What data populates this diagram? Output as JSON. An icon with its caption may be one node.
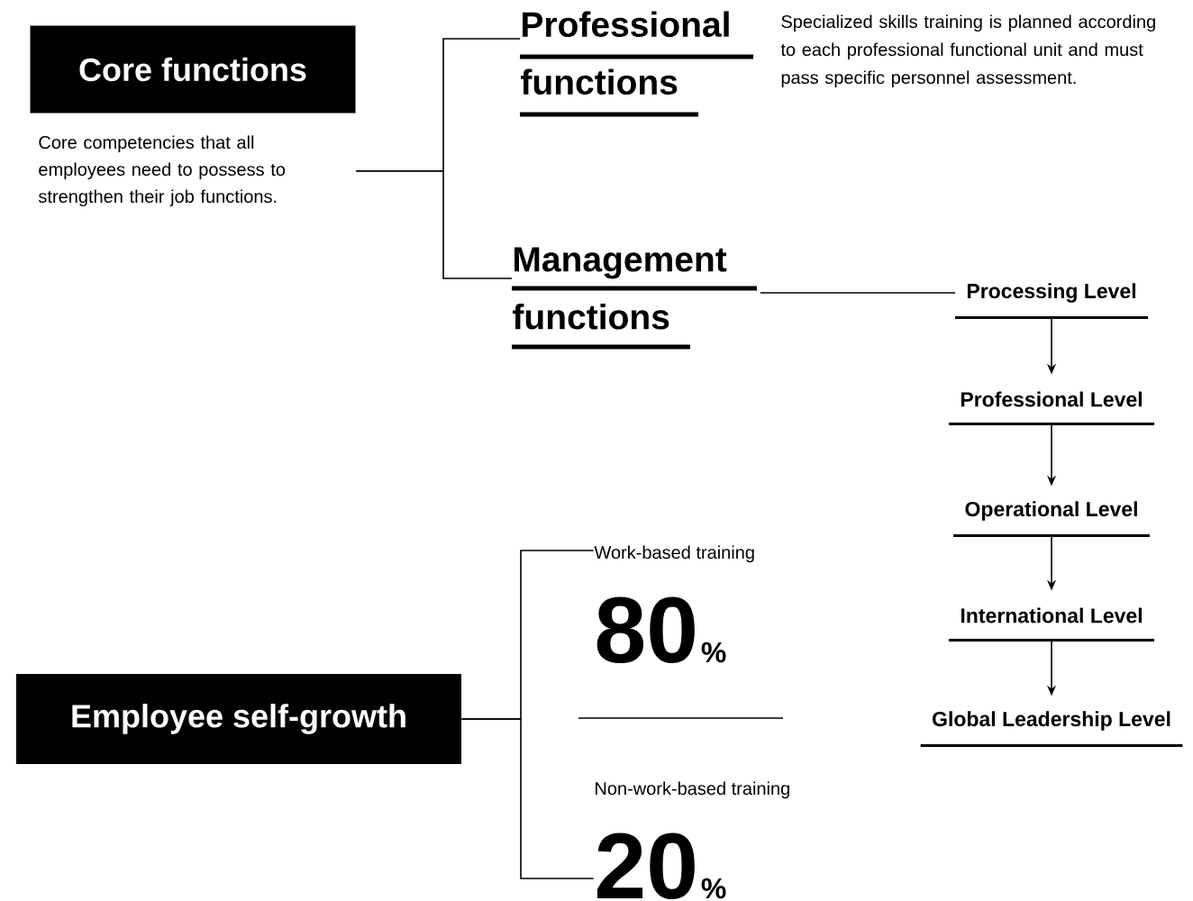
{
  "diagram": {
    "nodes": [
      {
        "text": [
          "Core functions",
          "Core competencies that all employees need to possess to strengthen their job functions."
        ]
      },
      {
        "text": [
          "Professional functions"
        ],
        "beside": [
          "Specialized skills training is planned according to each professional functional unit and must pass specific personnel assessment."
        ]
      },
      {
        "text": [
          "Management functions"
        ]
      },
      {
        "text": [
          "Processing Level"
        ]
      },
      {
        "text": [
          "Professional Level"
        ]
      },
      {
        "text": [
          "Operational Level"
        ]
      },
      {
        "text": [
          "International Level"
        ]
      },
      {
        "text": [
          "Global Leadership Level"
        ]
      },
      {
        "text": [
          "Employee self-growth"
        ]
      },
      {
        "text": [
          "Work-based training",
          "80",
          "%"
        ]
      },
      {
        "text": [
          "Non-work-based training",
          "20",
          "%"
        ]
      }
    ],
    "edges": [
      {
        "from": 0,
        "to": 1,
        "arrow": "none"
      },
      {
        "from": 0,
        "to": 2,
        "arrow": "none"
      },
      {
        "from": 2,
        "to": 3,
        "arrow": "none"
      },
      {
        "from": 3,
        "to": 4,
        "arrow": "to"
      },
      {
        "from": 4,
        "to": 5,
        "arrow": "to"
      },
      {
        "from": 5,
        "to": 6,
        "arrow": "to"
      },
      {
        "from": 6,
        "to": 7,
        "arrow": "to"
      },
      {
        "from": 8,
        "to": 9,
        "arrow": "none"
      },
      {
        "from": 8,
        "to": 10,
        "arrow": "none"
      }
    ]
  }
}
